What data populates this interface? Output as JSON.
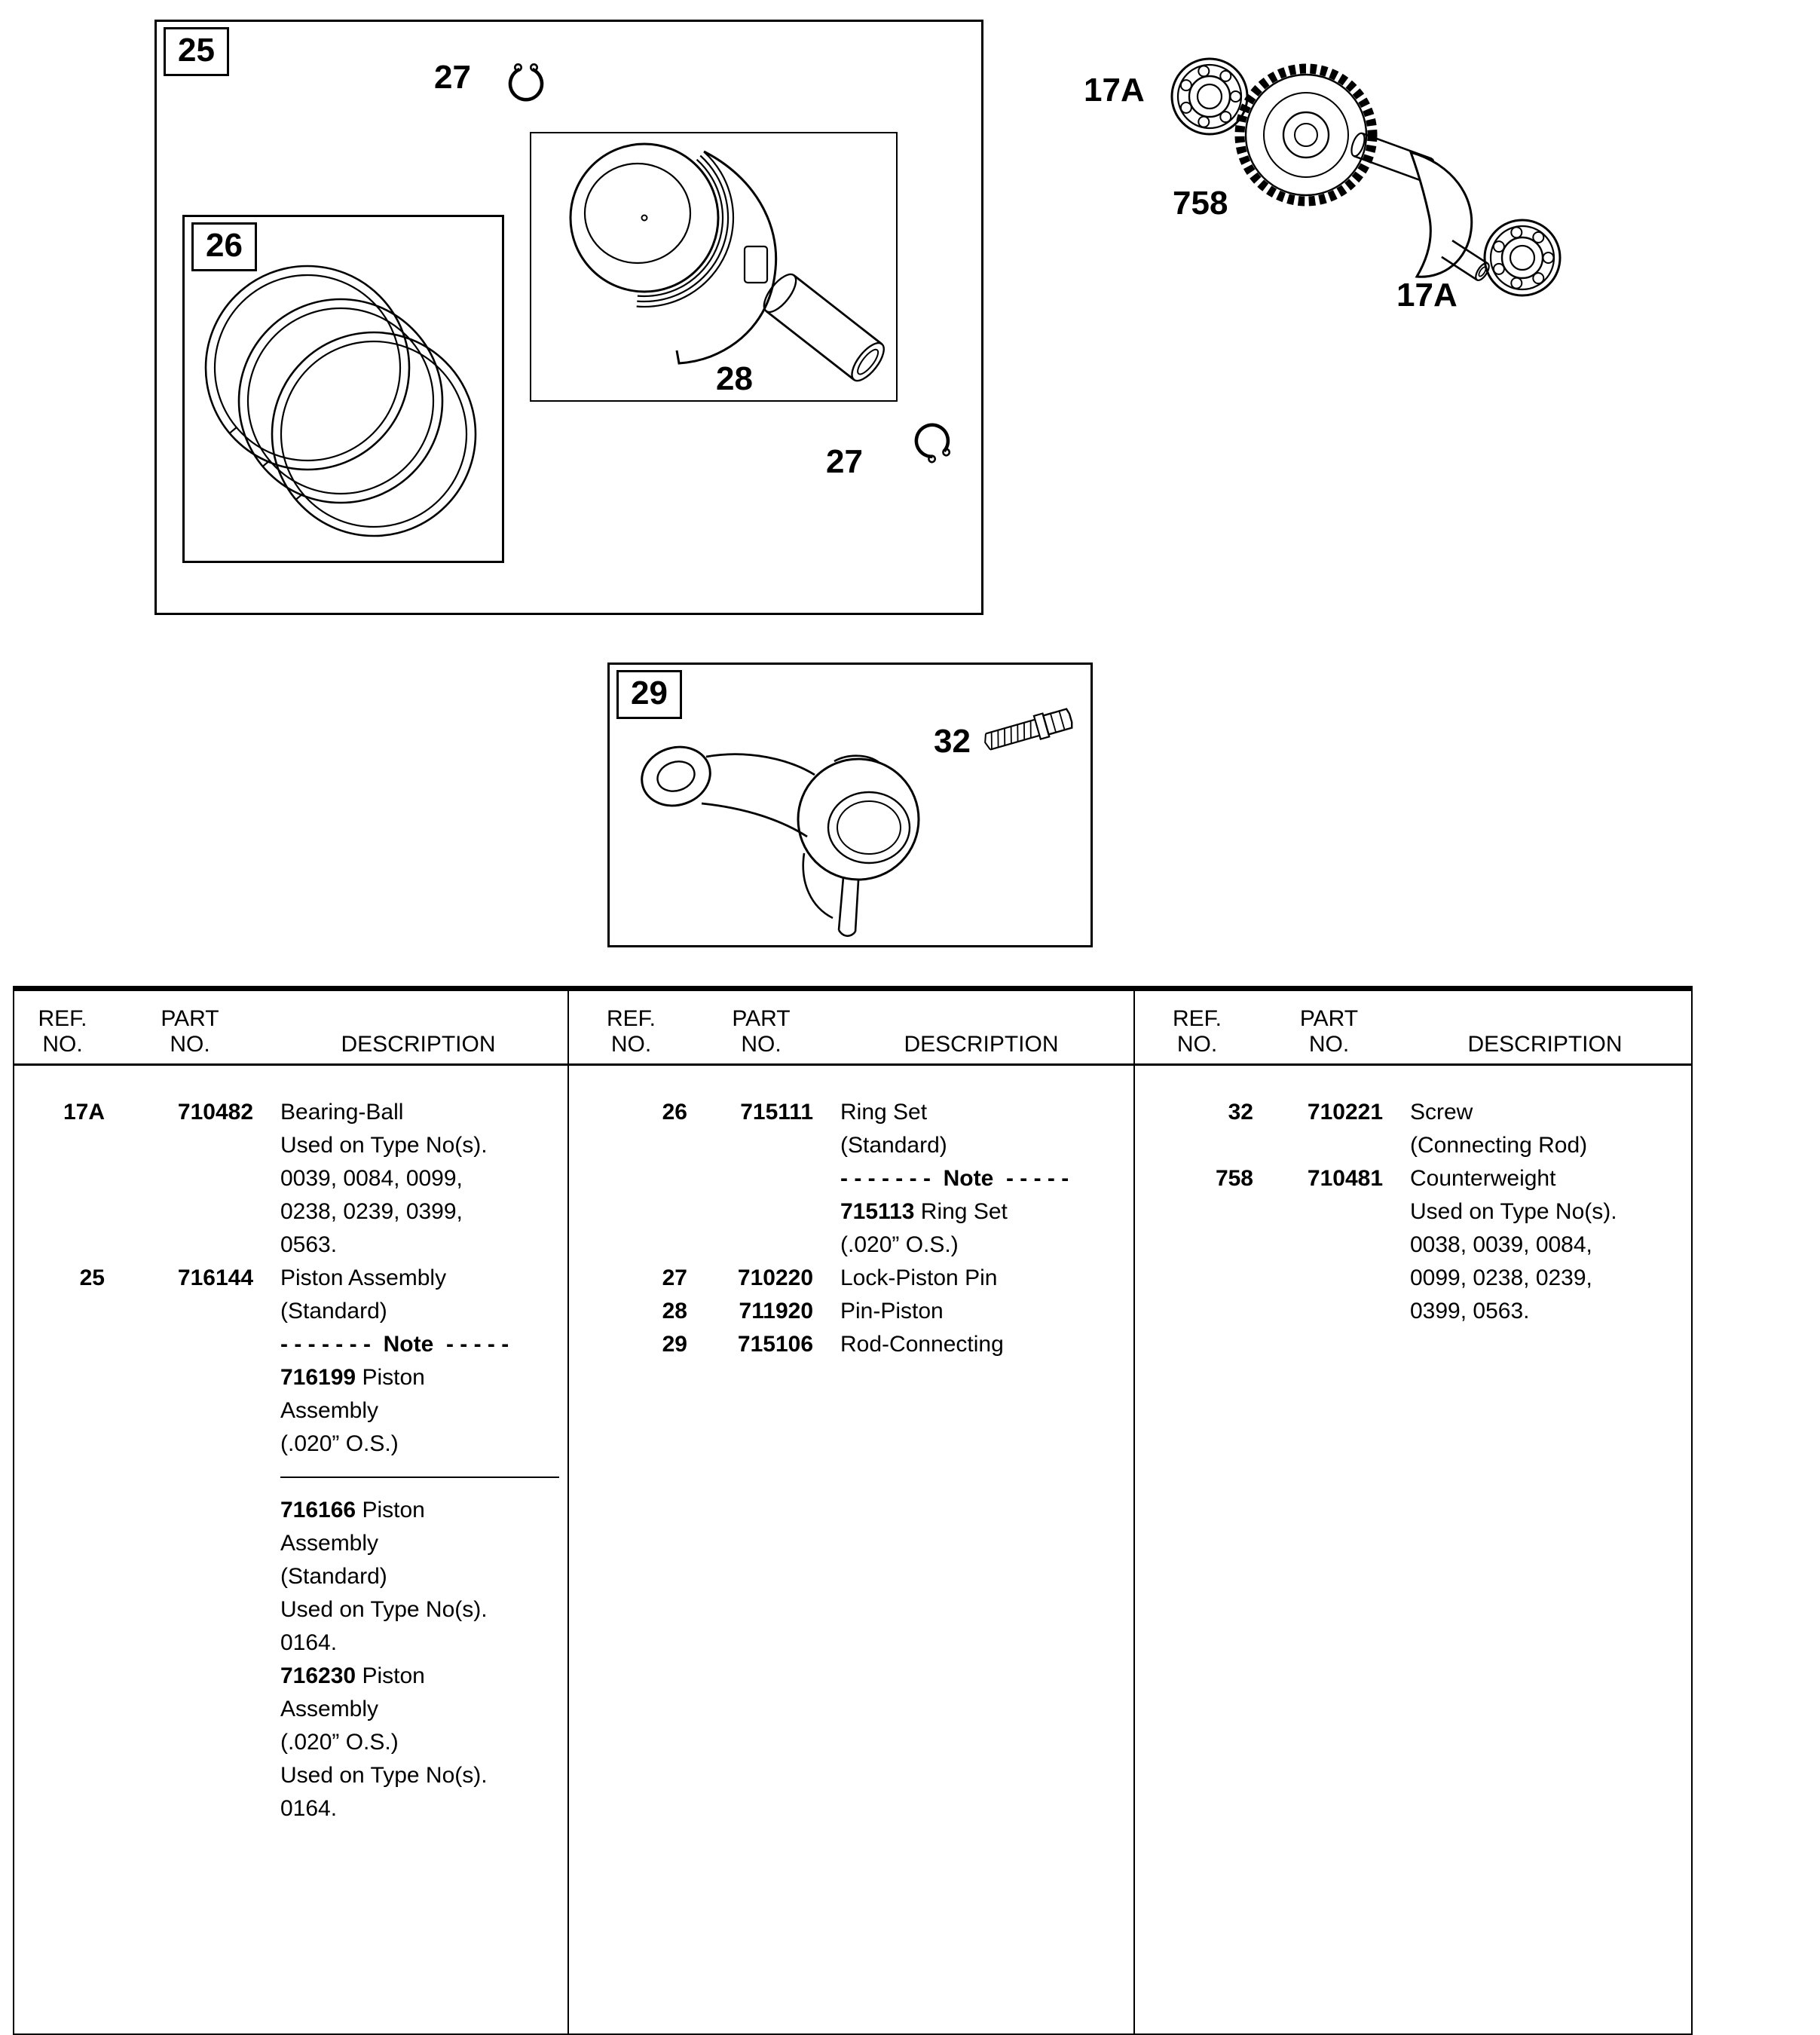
{
  "labels": {
    "box25": "25",
    "box26": "26",
    "box29": "29",
    "clip_top": "27",
    "clip_bottom": "27",
    "piston_pin": "28",
    "screw": "32",
    "bearing_top": "17A",
    "bearing_bottom": "17A",
    "counterweight": "758"
  },
  "table": {
    "headers": {
      "ref1": "REF.",
      "ref2": "NO.",
      "part1": "PART",
      "part2": "NO.",
      "desc": "DESCRIPTION"
    },
    "columns": [
      {
        "entries": [
          {
            "ref": "17A",
            "part": "710482",
            "lines": [
              [
                {
                  "t": "Bearing-Ball"
                }
              ],
              [
                {
                  "t": "Used on Type No(s)."
                }
              ],
              [
                {
                  "t": "0039, 0084, 0099,"
                }
              ],
              [
                {
                  "t": "0238, 0239, 0399,"
                }
              ],
              [
                {
                  "t": "0563."
                }
              ]
            ]
          },
          {
            "ref": "25",
            "part": "716144",
            "lines": [
              [
                {
                  "t": "Piston Assembly"
                }
              ],
              [
                {
                  "t": "(Standard)"
                }
              ],
              [
                {
                  "t": "- - - - - - -  Note  - - - - -",
                  "b": true
                }
              ],
              [
                {
                  "t": "716199 ",
                  "b": true
                },
                {
                  "t": "Piston"
                }
              ],
              [
                {
                  "t": "Assembly"
                }
              ],
              [
                {
                  "t": "(.020” O.S.)"
                }
              ],
              {
                "hr": true
              },
              [
                {
                  "t": "716166 ",
                  "b": true
                },
                {
                  "t": "Piston"
                }
              ],
              [
                {
                  "t": "Assembly"
                }
              ],
              [
                {
                  "t": "(Standard)"
                }
              ],
              [
                {
                  "t": "Used on Type No(s)."
                }
              ],
              [
                {
                  "t": "0164."
                }
              ],
              [
                {
                  "t": "716230 ",
                  "b": true
                },
                {
                  "t": "Piston"
                }
              ],
              [
                {
                  "t": "Assembly"
                }
              ],
              [
                {
                  "t": "(.020” O.S.)"
                }
              ],
              [
                {
                  "t": "Used on Type No(s)."
                }
              ],
              [
                {
                  "t": "0164."
                }
              ]
            ]
          }
        ]
      },
      {
        "entries": [
          {
            "ref": "26",
            "part": "715111",
            "lines": [
              [
                {
                  "t": "Ring Set"
                }
              ],
              [
                {
                  "t": "(Standard)"
                }
              ],
              [
                {
                  "t": "- - - - - - -  Note  - - - - -",
                  "b": true
                }
              ],
              [
                {
                  "t": "715113 ",
                  "b": true
                },
                {
                  "t": "Ring Set"
                }
              ],
              [
                {
                  "t": "(.020” O.S.)"
                }
              ]
            ]
          },
          {
            "ref": "27",
            "part": "710220",
            "lines": [
              [
                {
                  "t": "Lock-Piston Pin"
                }
              ]
            ]
          },
          {
            "ref": "28",
            "part": "711920",
            "lines": [
              [
                {
                  "t": "Pin-Piston"
                }
              ]
            ]
          },
          {
            "ref": "29",
            "part": "715106",
            "lines": [
              [
                {
                  "t": "Rod-Connecting"
                }
              ]
            ]
          }
        ]
      },
      {
        "entries": [
          {
            "ref": "32",
            "part": "710221",
            "lines": [
              [
                {
                  "t": "Screw"
                }
              ],
              [
                {
                  "t": "(Connecting Rod)"
                }
              ]
            ]
          },
          {
            "ref": "758",
            "part": "710481",
            "lines": [
              [
                {
                  "t": "Counterweight"
                }
              ],
              [
                {
                  "t": "Used on Type No(s)."
                }
              ],
              [
                {
                  "t": "0038, 0039, 0084,"
                }
              ],
              [
                {
                  "t": "0099, 0238, 0239,"
                }
              ],
              [
                {
                  "t": "0399, 0563."
                }
              ]
            ]
          }
        ]
      }
    ]
  }
}
